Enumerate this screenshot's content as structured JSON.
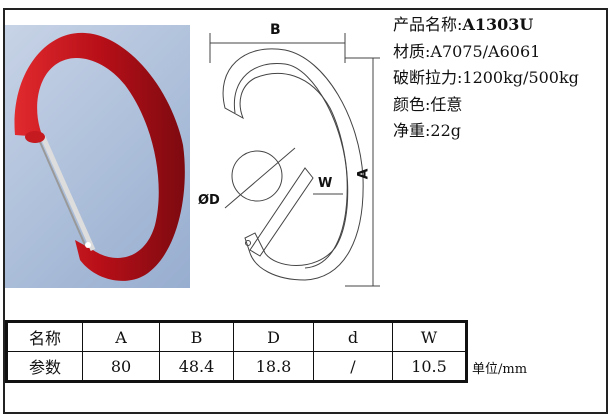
{
  "specs": {
    "name_label": "产品名称:",
    "name_value": "A1303U",
    "material": "材质:A7075/A6061",
    "strength": "破断拉力:1200kg/500kg",
    "color": "颜色:任意",
    "weight": "净重:22g"
  },
  "drawing": {
    "dim_b": "B",
    "dim_a": "A",
    "dim_d": "ØD",
    "dim_w": "W"
  },
  "table": {
    "header": [
      "名称",
      "A",
      "B",
      "D",
      "d",
      "W"
    ],
    "row": [
      "参数",
      "80",
      "48.4",
      "18.8",
      "/",
      "10.5"
    ]
  },
  "unit": "单位/mm",
  "colors": {
    "carabiner": "#c0141c",
    "background": "#b4c4de"
  }
}
